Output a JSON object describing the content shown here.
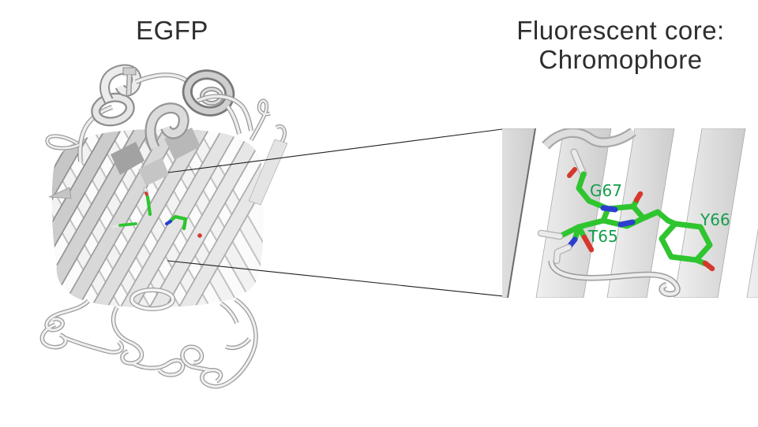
{
  "figure": {
    "left_title": "EGFP",
    "right_title_line1": "Fluorescent core:",
    "right_title_line2": "Chromophore"
  },
  "labels": {
    "g67": "G67",
    "t65": "T65",
    "y66": "Y66"
  },
  "colors": {
    "background": "#ffffff",
    "title_text": "#2e2e2e",
    "residue_label_green": "#149e4c",
    "stick_carbon_green": "#2fc52f",
    "stick_nitrogen_blue": "#2c3ecf",
    "stick_oxygen_red": "#d5382c",
    "ribbon_gray": "#d9d9d9",
    "connector_line": "#1f1f1f"
  }
}
